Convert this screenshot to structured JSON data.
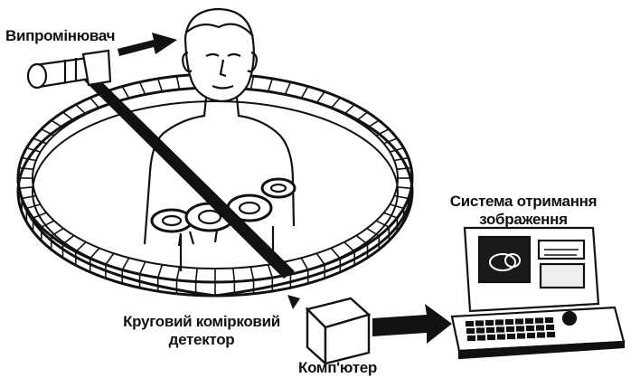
{
  "labels": {
    "emitter": "Випромінювач",
    "detector_line1": "Круговий комірковий",
    "detector_line2": "детектор",
    "computer": "Комп'ютер",
    "imaging_line1": "Система отримання",
    "imaging_line2": "зображення"
  },
  "icons": [
    "x-ray-emitter-icon",
    "patient-figure-icon",
    "ring-detector-icon",
    "computer-box-icon",
    "imaging-console-icon",
    "arrow-icon"
  ],
  "colors": {
    "ink": "#111111",
    "paper": "#ffffff",
    "screen": "#1a1a1a"
  }
}
